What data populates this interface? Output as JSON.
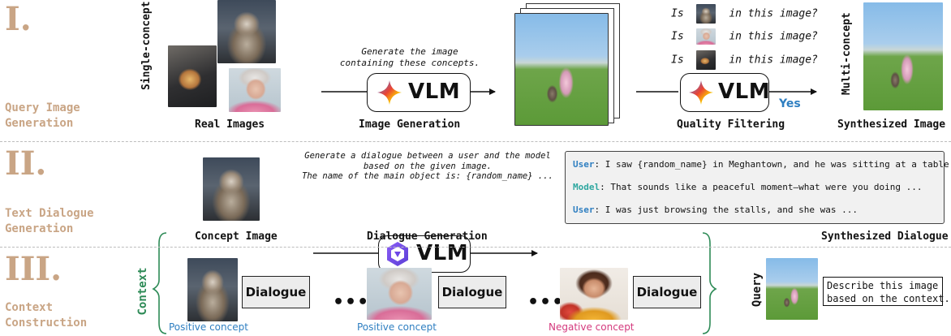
{
  "section1": {
    "numeral": "I.",
    "title_line1": "Query Image",
    "title_line2": "Generation",
    "single_concept_label": "Single-concept",
    "real_images_caption": "Real Images",
    "prompt_line1": "Generate the image",
    "prompt_line2": "containing these concepts.",
    "vlm_label": "VLM",
    "image_generation_caption": "Image Generation",
    "filter_q1_prefix": "Is",
    "filter_q1_suffix": "in this image?",
    "filter_q2_prefix": "Is",
    "filter_q2_suffix": "in this image?",
    "filter_q3_prefix": "Is",
    "filter_q3_suffix": "in this image?",
    "filter_vlm_label": "VLM",
    "yes_label": "Yes",
    "quality_filtering_caption": "Quality Filtering",
    "multi_concept_label": "Multi-concept",
    "synthesized_image_caption": "Synthesized Image"
  },
  "section2": {
    "numeral": "II.",
    "title_line1": "Text Dialogue",
    "title_line2": "Generation",
    "concept_image_caption": "Concept Image",
    "prompt_line1": "Generate a dialogue between a user and the model",
    "prompt_line2": "based on the given image.",
    "prompt_line3": "The name of the main object is: {random_name} ...",
    "vlm_label": "VLM",
    "dialogue_generation_caption": "Dialogue Generation",
    "dialogue": [
      {
        "role": "User",
        "text": ": I saw {random_name} in Meghantown, and he was sitting at a table with ..."
      },
      {
        "role": "Model",
        "text": ": That sounds like a peaceful moment—what were you doing ..."
      },
      {
        "role": "User",
        "text": ": I was just browsing the stalls, and she was ..."
      }
    ],
    "synthesized_dialogue_caption": "Synthesized Dialogue"
  },
  "section3": {
    "numeral": "III.",
    "title_line1": "Context",
    "title_line2": "Construction",
    "context_label": "Context",
    "dialogue_box_label": "Dialogue",
    "ellipsis": "•••",
    "concepts": [
      {
        "caption": "Positive concept",
        "polarity": "positive"
      },
      {
        "caption": "Positive concept",
        "polarity": "positive"
      },
      {
        "caption": "Negative concept",
        "polarity": "negative"
      }
    ],
    "query_label": "Query",
    "query_text_line1": "Describe this image",
    "query_text_line2": "based on the context."
  },
  "colors": {
    "section_title": "#c9a585",
    "positive": "#2f7fc1",
    "negative": "#d4397d",
    "context_brace": "#2e8b57",
    "user_role": "#2f7fc1",
    "model_role": "#2fa7a0"
  }
}
